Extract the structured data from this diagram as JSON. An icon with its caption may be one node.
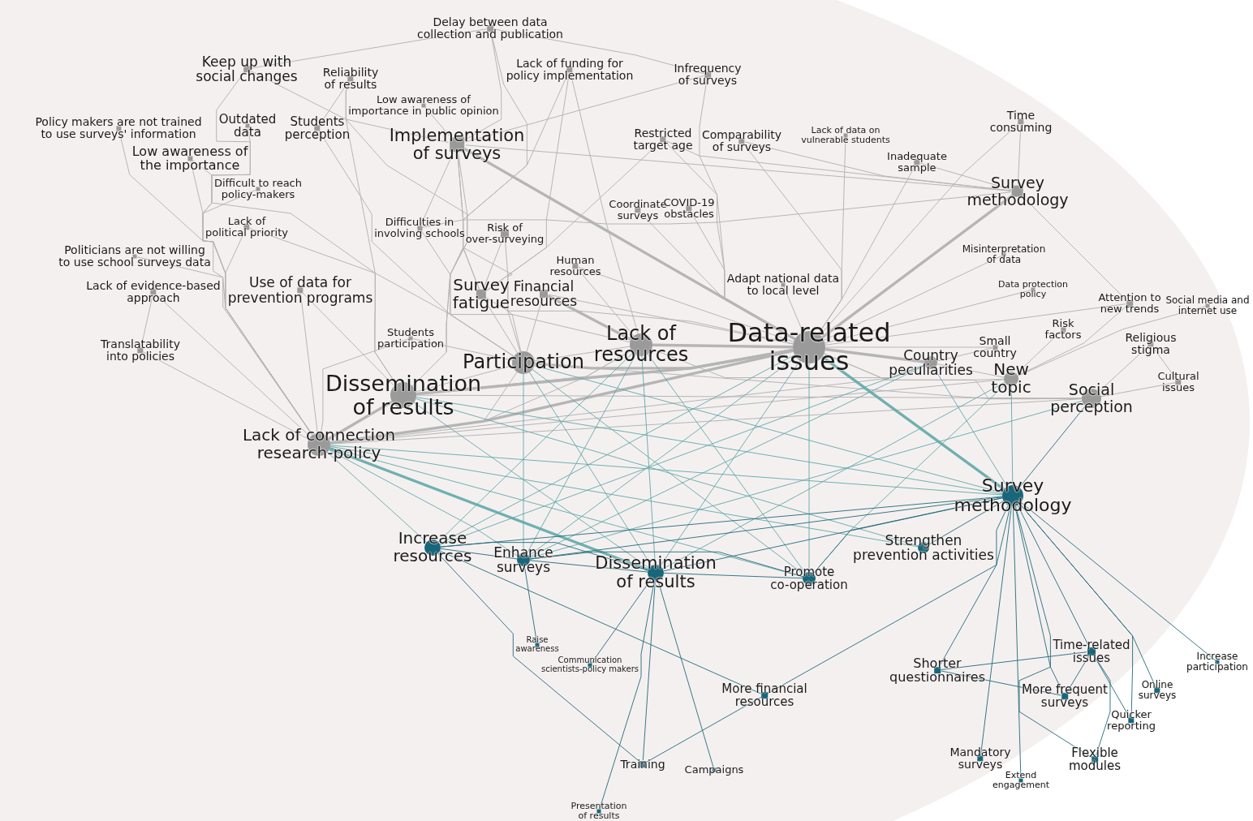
{
  "diagram": {
    "nodes": [
      {
        "text": [
          "Data-related issues"
        ]
      },
      {
        "text": [
          "Lack of resources"
        ]
      },
      {
        "text": [
          "Participation"
        ]
      },
      {
        "text": [
          "Dissemination of results"
        ]
      },
      {
        "text": [
          "Lack of connection research-policy"
        ]
      },
      {
        "text": [
          "Implementation of surveys"
        ]
      },
      {
        "text": [
          "Survey methodology"
        ]
      },
      {
        "text": [
          "Survey fatigue"
        ]
      },
      {
        "text": [
          "Financial resources"
        ]
      },
      {
        "text": [
          "Country peculiarities"
        ]
      },
      {
        "text": [
          "New topic"
        ]
      },
      {
        "text": [
          "Social perception"
        ]
      },
      {
        "text": [
          "Use of data for prevention programs"
        ]
      },
      {
        "text": [
          "Delay between data collection and publication"
        ]
      },
      {
        "text": [
          "Keep up with social changes"
        ]
      },
      {
        "text": [
          "Reliability of results"
        ]
      },
      {
        "text": [
          "Lack of funding for policy implementation"
        ]
      },
      {
        "text": [
          "Infrequency of surveys"
        ]
      },
      {
        "text": [
          "Low awareness of importance in public opinion"
        ]
      },
      {
        "text": [
          "Policy makers are not trained to use surveys' information"
        ]
      },
      {
        "text": [
          "Outdated data"
        ]
      },
      {
        "text": [
          "Students perception"
        ]
      },
      {
        "text": [
          "Low awareness of the importance"
        ]
      },
      {
        "text": [
          "Restricted target age"
        ]
      },
      {
        "text": [
          "Comparability of surveys"
        ]
      },
      {
        "text": [
          "Lack of data on vulnerable students"
        ]
      },
      {
        "text": [
          "Time consuming"
        ]
      },
      {
        "text": [
          "Inadequate sample"
        ]
      },
      {
        "text": [
          "Difficult to reach policy-makers"
        ]
      },
      {
        "text": [
          "Coordinate surveys"
        ]
      },
      {
        "text": [
          "COVID-19 obstacles"
        ]
      },
      {
        "text": [
          "Difficulties in involving schools"
        ]
      },
      {
        "text": [
          "Risk of over-surveying"
        ]
      },
      {
        "text": [
          "Lack of political priority"
        ]
      },
      {
        "text": [
          "Politicians are not willing to use school surveys data"
        ]
      },
      {
        "text": [
          "Human resources"
        ]
      },
      {
        "text": [
          "Misinterpretation of data"
        ]
      },
      {
        "text": [
          "Adapt national data to local level"
        ]
      },
      {
        "text": [
          "Lack of evidence-based approach"
        ]
      },
      {
        "text": [
          "Data protection policy"
        ]
      },
      {
        "text": [
          "Attention to new trends"
        ]
      },
      {
        "text": [
          "Social media and internet use"
        ]
      },
      {
        "text": [
          "Students participation"
        ]
      },
      {
        "text": [
          "Translatability into policies"
        ]
      },
      {
        "text": [
          "Small country"
        ]
      },
      {
        "text": [
          "Risk factors"
        ]
      },
      {
        "text": [
          "Religious stigma"
        ]
      },
      {
        "text": [
          "Cultural issues"
        ]
      },
      {
        "text": [
          "Survey methodology"
        ]
      },
      {
        "text": [
          "Increase resources"
        ]
      },
      {
        "text": [
          "Enhance surveys"
        ]
      },
      {
        "text": [
          "Dissemination of results"
        ]
      },
      {
        "text": [
          "Strengthen prevention activities"
        ]
      },
      {
        "text": [
          "Promote co-operation"
        ]
      },
      {
        "text": [
          "Raise awareness"
        ]
      },
      {
        "text": [
          "Communication scientists-policy makers"
        ]
      },
      {
        "text": [
          "More financial resources"
        ]
      },
      {
        "text": [
          "Training"
        ]
      },
      {
        "text": [
          "Campaigns"
        ]
      },
      {
        "text": [
          "Presentation of results"
        ]
      },
      {
        "text": [
          "Time-related issues"
        ]
      },
      {
        "text": [
          "Shorter questionnaires"
        ]
      },
      {
        "text": [
          "More frequent surveys"
        ]
      },
      {
        "text": [
          "Online surveys"
        ]
      },
      {
        "text": [
          "Increase participation"
        ]
      },
      {
        "text": [
          "Quicker reporting"
        ]
      },
      {
        "text": [
          "Mandatory surveys"
        ]
      },
      {
        "text": [
          "Flexible modules"
        ]
      },
      {
        "text": [
          "Extend engagement"
        ]
      }
    ],
    "edges": [
      {
        "from": 0,
        "to": 5,
        "arrow": "none",
        "style": "thick"
      },
      {
        "from": 0,
        "to": 6,
        "arrow": "none",
        "style": "thick"
      },
      {
        "from": 0,
        "to": 1,
        "arrow": "none",
        "style": "thick"
      },
      {
        "from": 0,
        "to": 2,
        "arrow": "none",
        "style": "thick"
      },
      {
        "from": 0,
        "to": 3,
        "arrow": "none",
        "style": "thick"
      },
      {
        "from": 0,
        "to": 4,
        "arrow": "none",
        "style": "thick"
      },
      {
        "from": 0,
        "to": 9,
        "arrow": "none",
        "style": "thick"
      },
      {
        "from": 0,
        "to": 10,
        "arrow": "none"
      },
      {
        "from": 0,
        "to": 11,
        "arrow": "none"
      },
      {
        "from": 0,
        "to": 17,
        "arrow": "none"
      },
      {
        "from": 0,
        "to": 23,
        "arrow": "none"
      },
      {
        "from": 0,
        "to": 24,
        "arrow": "none"
      },
      {
        "from": 0,
        "to": 25,
        "arrow": "none"
      },
      {
        "from": 0,
        "to": 26,
        "arrow": "none"
      },
      {
        "from": 0,
        "to": 27,
        "arrow": "none"
      },
      {
        "from": 0,
        "to": 29,
        "arrow": "none"
      },
      {
        "from": 0,
        "to": 30,
        "arrow": "none"
      },
      {
        "from": 0,
        "to": 35,
        "arrow": "none"
      },
      {
        "from": 0,
        "to": 36,
        "arrow": "none"
      },
      {
        "from": 0,
        "to": 37,
        "arrow": "none"
      },
      {
        "from": 0,
        "to": 39,
        "arrow": "none"
      },
      {
        "from": 0,
        "to": 40,
        "arrow": "none"
      },
      {
        "from": 0,
        "to": 44,
        "arrow": "none"
      },
      {
        "from": 0,
        "to": 7,
        "arrow": "none"
      },
      {
        "from": 0,
        "to": 8,
        "arrow": "none"
      },
      {
        "from": 1,
        "to": 8,
        "arrow": "none",
        "style": "thick"
      },
      {
        "from": 1,
        "to": 35,
        "arrow": "none"
      },
      {
        "from": 1,
        "to": 16,
        "arrow": "none"
      },
      {
        "from": 1,
        "to": 2,
        "arrow": "none"
      },
      {
        "from": 1,
        "to": 3,
        "arrow": "none"
      },
      {
        "from": 1,
        "to": 4,
        "arrow": "none"
      },
      {
        "from": 1,
        "to": 9,
        "arrow": "none"
      },
      {
        "from": 1,
        "to": 33,
        "arrow": "none"
      },
      {
        "from": 2,
        "to": 7,
        "arrow": "none"
      },
      {
        "from": 2,
        "to": 31,
        "arrow": "none"
      },
      {
        "from": 2,
        "to": 32,
        "arrow": "none"
      },
      {
        "from": 2,
        "to": 21,
        "arrow": "none"
      },
      {
        "from": 2,
        "to": 15,
        "arrow": "none"
      },
      {
        "from": 2,
        "to": 42,
        "arrow": "none"
      },
      {
        "from": 2,
        "to": 3,
        "arrow": "none"
      },
      {
        "from": 2,
        "to": 4,
        "arrow": "none"
      },
      {
        "from": 2,
        "to": 5,
        "arrow": "none"
      },
      {
        "from": 2,
        "to": 8,
        "arrow": "none"
      },
      {
        "from": 2,
        "to": 11,
        "arrow": "none"
      },
      {
        "from": 3,
        "to": 4,
        "arrow": "none",
        "style": "thick"
      },
      {
        "from": 3,
        "to": 12,
        "arrow": "none"
      },
      {
        "from": 3,
        "to": 15,
        "arrow": "none"
      },
      {
        "from": 3,
        "to": 5,
        "arrow": "none"
      },
      {
        "from": 3,
        "to": 16,
        "arrow": "none"
      },
      {
        "from": 3,
        "to": 11,
        "arrow": "none"
      },
      {
        "from": 3,
        "to": 22,
        "arrow": "none"
      },
      {
        "from": 4,
        "to": 19,
        "arrow": "none"
      },
      {
        "from": 4,
        "to": 22,
        "arrow": "none"
      },
      {
        "from": 4,
        "to": 28,
        "arrow": "none"
      },
      {
        "from": 4,
        "to": 33,
        "arrow": "none"
      },
      {
        "from": 4,
        "to": 34,
        "arrow": "none"
      },
      {
        "from": 4,
        "to": 38,
        "arrow": "none"
      },
      {
        "from": 4,
        "to": 43,
        "arrow": "none"
      },
      {
        "from": 4,
        "to": 20,
        "arrow": "none"
      },
      {
        "from": 4,
        "to": 14,
        "arrow": "none"
      },
      {
        "from": 4,
        "to": 12,
        "arrow": "none"
      },
      {
        "from": 4,
        "to": 9,
        "arrow": "none"
      },
      {
        "from": 4,
        "to": 10,
        "arrow": "none"
      },
      {
        "from": 4,
        "to": 11,
        "arrow": "none"
      },
      {
        "from": 4,
        "to": 42,
        "arrow": "none"
      },
      {
        "from": 5,
        "to": 13,
        "arrow": "none"
      },
      {
        "from": 5,
        "to": 17,
        "arrow": "none"
      },
      {
        "from": 5,
        "to": 18,
        "arrow": "none"
      },
      {
        "from": 5,
        "to": 14,
        "arrow": "none"
      },
      {
        "from": 5,
        "to": 7,
        "arrow": "none"
      },
      {
        "from": 5,
        "to": 31,
        "arrow": "none"
      },
      {
        "from": 5,
        "to": 6,
        "arrow": "none"
      },
      {
        "from": 6,
        "to": 26,
        "arrow": "none"
      },
      {
        "from": 6,
        "to": 27,
        "arrow": "none"
      },
      {
        "from": 6,
        "to": 23,
        "arrow": "none"
      },
      {
        "from": 6,
        "to": 24,
        "arrow": "none"
      },
      {
        "from": 6,
        "to": 40,
        "arrow": "none"
      },
      {
        "from": 6,
        "to": 31,
        "arrow": "none"
      },
      {
        "from": 7,
        "to": 32,
        "arrow": "none"
      },
      {
        "from": 7,
        "to": 16,
        "arrow": "none"
      },
      {
        "from": 7,
        "to": 13,
        "arrow": "none"
      },
      {
        "from": 7,
        "to": 23,
        "arrow": "none"
      },
      {
        "from": 9,
        "to": 44,
        "arrow": "none"
      },
      {
        "from": 9,
        "to": 10,
        "arrow": "none"
      },
      {
        "from": 10,
        "to": 45,
        "arrow": "none"
      },
      {
        "from": 10,
        "to": 40,
        "arrow": "none"
      },
      {
        "from": 10,
        "to": 41,
        "arrow": "none"
      },
      {
        "from": 11,
        "to": 46,
        "arrow": "none"
      },
      {
        "from": 11,
        "to": 47,
        "arrow": "none"
      },
      {
        "from": 46,
        "to": 47,
        "arrow": "none"
      },
      {
        "from": 14,
        "to": 13,
        "arrow": "none"
      },
      {
        "from": 13,
        "to": 17,
        "arrow": "none"
      },
      {
        "from": 15,
        "to": 21,
        "arrow": "none"
      },
      {
        "from": 38,
        "to": 43,
        "arrow": "none"
      },
      {
        "from": 0,
        "to": 48,
        "arrow": "none",
        "style": "thick",
        "color": "#5fa8a8"
      },
      {
        "from": 0,
        "to": 49,
        "arrow": "none",
        "color": "#5fa8a8"
      },
      {
        "from": 0,
        "to": 50,
        "arrow": "none",
        "color": "#5fa8a8"
      },
      {
        "from": 0,
        "to": 51,
        "arrow": "none",
        "color": "#5fa8a8"
      },
      {
        "from": 0,
        "to": 53,
        "arrow": "none",
        "color": "#5fa8a8"
      },
      {
        "from": 1,
        "to": 49,
        "arrow": "none",
        "color": "#5fa8a8"
      },
      {
        "from": 1,
        "to": 50,
        "arrow": "none",
        "color": "#5fa8a8"
      },
      {
        "from": 1,
        "to": 51,
        "arrow": "none",
        "color": "#5fa8a8"
      },
      {
        "from": 1,
        "to": 53,
        "arrow": "none",
        "color": "#5fa8a8"
      },
      {
        "from": 2,
        "to": 50,
        "arrow": "none",
        "color": "#5fa8a8"
      },
      {
        "from": 2,
        "to": 51,
        "arrow": "none",
        "color": "#5fa8a8"
      },
      {
        "from": 2,
        "to": 53,
        "arrow": "none",
        "color": "#5fa8a8"
      },
      {
        "from": 2,
        "to": 48,
        "arrow": "none",
        "color": "#5fa8a8"
      },
      {
        "from": 3,
        "to": 48,
        "arrow": "none",
        "color": "#5fa8a8"
      },
      {
        "from": 3,
        "to": 51,
        "arrow": "none",
        "color": "#5fa8a8"
      },
      {
        "from": 3,
        "to": 52,
        "arrow": "none",
        "color": "#5fa8a8"
      },
      {
        "from": 4,
        "to": 51,
        "arrow": "none",
        "style": "thick",
        "color": "#5fa8a8"
      },
      {
        "from": 4,
        "to": 49,
        "arrow": "none",
        "color": "#5fa8a8"
      },
      {
        "from": 4,
        "to": 50,
        "arrow": "none",
        "color": "#5fa8a8"
      },
      {
        "from": 4,
        "to": 48,
        "arrow": "none",
        "color": "#5fa8a8"
      },
      {
        "from": 4,
        "to": 52,
        "arrow": "none",
        "color": "#5fa8a8"
      },
      {
        "from": 4,
        "to": 53,
        "arrow": "none",
        "color": "#5fa8a8"
      },
      {
        "from": 9,
        "to": 48,
        "arrow": "none",
        "color": "#5fa8a8"
      },
      {
        "from": 9,
        "to": 49,
        "arrow": "none",
        "color": "#5fa8a8"
      },
      {
        "from": 9,
        "to": 50,
        "arrow": "none",
        "color": "#5fa8a8"
      },
      {
        "from": 10,
        "to": 48,
        "arrow": "none",
        "color": "#5fa8a8"
      },
      {
        "from": 10,
        "to": 51,
        "arrow": "none",
        "color": "#5fa8a8"
      },
      {
        "from": 10,
        "to": 53,
        "arrow": "none",
        "color": "#5fa8a8"
      },
      {
        "from": 11,
        "to": 50,
        "arrow": "none",
        "color": "#5fa8a8"
      },
      {
        "from": 11,
        "to": 48,
        "arrow": "none",
        "color": "#1f6b7b"
      },
      {
        "from": 48,
        "to": 49,
        "arrow": "none",
        "color": "#1f6b7b"
      },
      {
        "from": 48,
        "to": 50,
        "arrow": "none",
        "color": "#1f6b7b"
      },
      {
        "from": 48,
        "to": 51,
        "arrow": "none",
        "color": "#1f6b7b"
      },
      {
        "from": 48,
        "to": 53,
        "arrow": "none",
        "color": "#1f6b7b"
      },
      {
        "from": 48,
        "to": 52,
        "arrow": "none",
        "color": "#1f6b7b"
      },
      {
        "from": 48,
        "to": 56,
        "arrow": "none",
        "color": "#1f6b7b"
      },
      {
        "from": 48,
        "to": 60,
        "arrow": "none",
        "color": "#1f6b7b"
      },
      {
        "from": 48,
        "to": 61,
        "arrow": "none",
        "color": "#1f6b7b"
      },
      {
        "from": 48,
        "to": 62,
        "arrow": "none",
        "color": "#1f6b7b"
      },
      {
        "from": 48,
        "to": 63,
        "arrow": "none",
        "color": "#1f6b7b"
      },
      {
        "from": 48,
        "to": 64,
        "arrow": "none",
        "color": "#1f6b7b"
      },
      {
        "from": 48,
        "to": 65,
        "arrow": "none",
        "color": "#1f6b7b"
      },
      {
        "from": 48,
        "to": 66,
        "arrow": "none",
        "color": "#1f6b7b"
      },
      {
        "from": 48,
        "to": 67,
        "arrow": "none",
        "color": "#1f6b7b"
      },
      {
        "from": 48,
        "to": 68,
        "arrow": "none",
        "color": "#1f6b7b"
      },
      {
        "from": 49,
        "to": 50,
        "arrow": "none",
        "color": "#1f6b7b"
      },
      {
        "from": 49,
        "to": 51,
        "arrow": "none",
        "color": "#1f6b7b"
      },
      {
        "from": 49,
        "to": 56,
        "arrow": "none",
        "color": "#1f6b7b"
      },
      {
        "from": 49,
        "to": 57,
        "arrow": "none",
        "color": "#1f6b7b"
      },
      {
        "from": 50,
        "to": 51,
        "arrow": "none",
        "color": "#1f6b7b"
      },
      {
        "from": 50,
        "to": 53,
        "arrow": "none",
        "color": "#1f6b7b"
      },
      {
        "from": 50,
        "to": 54,
        "arrow": "none",
        "color": "#1f6b7b"
      },
      {
        "from": 51,
        "to": 53,
        "arrow": "none",
        "color": "#1f6b7b"
      },
      {
        "from": 51,
        "to": 55,
        "arrow": "none",
        "color": "#1f6b7b"
      },
      {
        "from": 51,
        "to": 57,
        "arrow": "none",
        "color": "#1f6b7b"
      },
      {
        "from": 51,
        "to": 58,
        "arrow": "none",
        "color": "#1f6b7b"
      },
      {
        "from": 51,
        "to": 59,
        "arrow": "none",
        "color": "#1f6b7b"
      },
      {
        "from": 56,
        "to": 57,
        "arrow": "none",
        "color": "#1f6b7b"
      },
      {
        "from": 60,
        "to": 61,
        "arrow": "none",
        "color": "#1f6b7b"
      },
      {
        "from": 60,
        "to": 62,
        "arrow": "none",
        "color": "#1f6b7b"
      },
      {
        "from": 60,
        "to": 65,
        "arrow": "none",
        "color": "#1f6b7b"
      },
      {
        "from": 60,
        "to": 67,
        "arrow": "none",
        "color": "#1f6b7b"
      },
      {
        "from": 61,
        "to": 62,
        "arrow": "none",
        "color": "#1f6b7b"
      }
    ]
  }
}
